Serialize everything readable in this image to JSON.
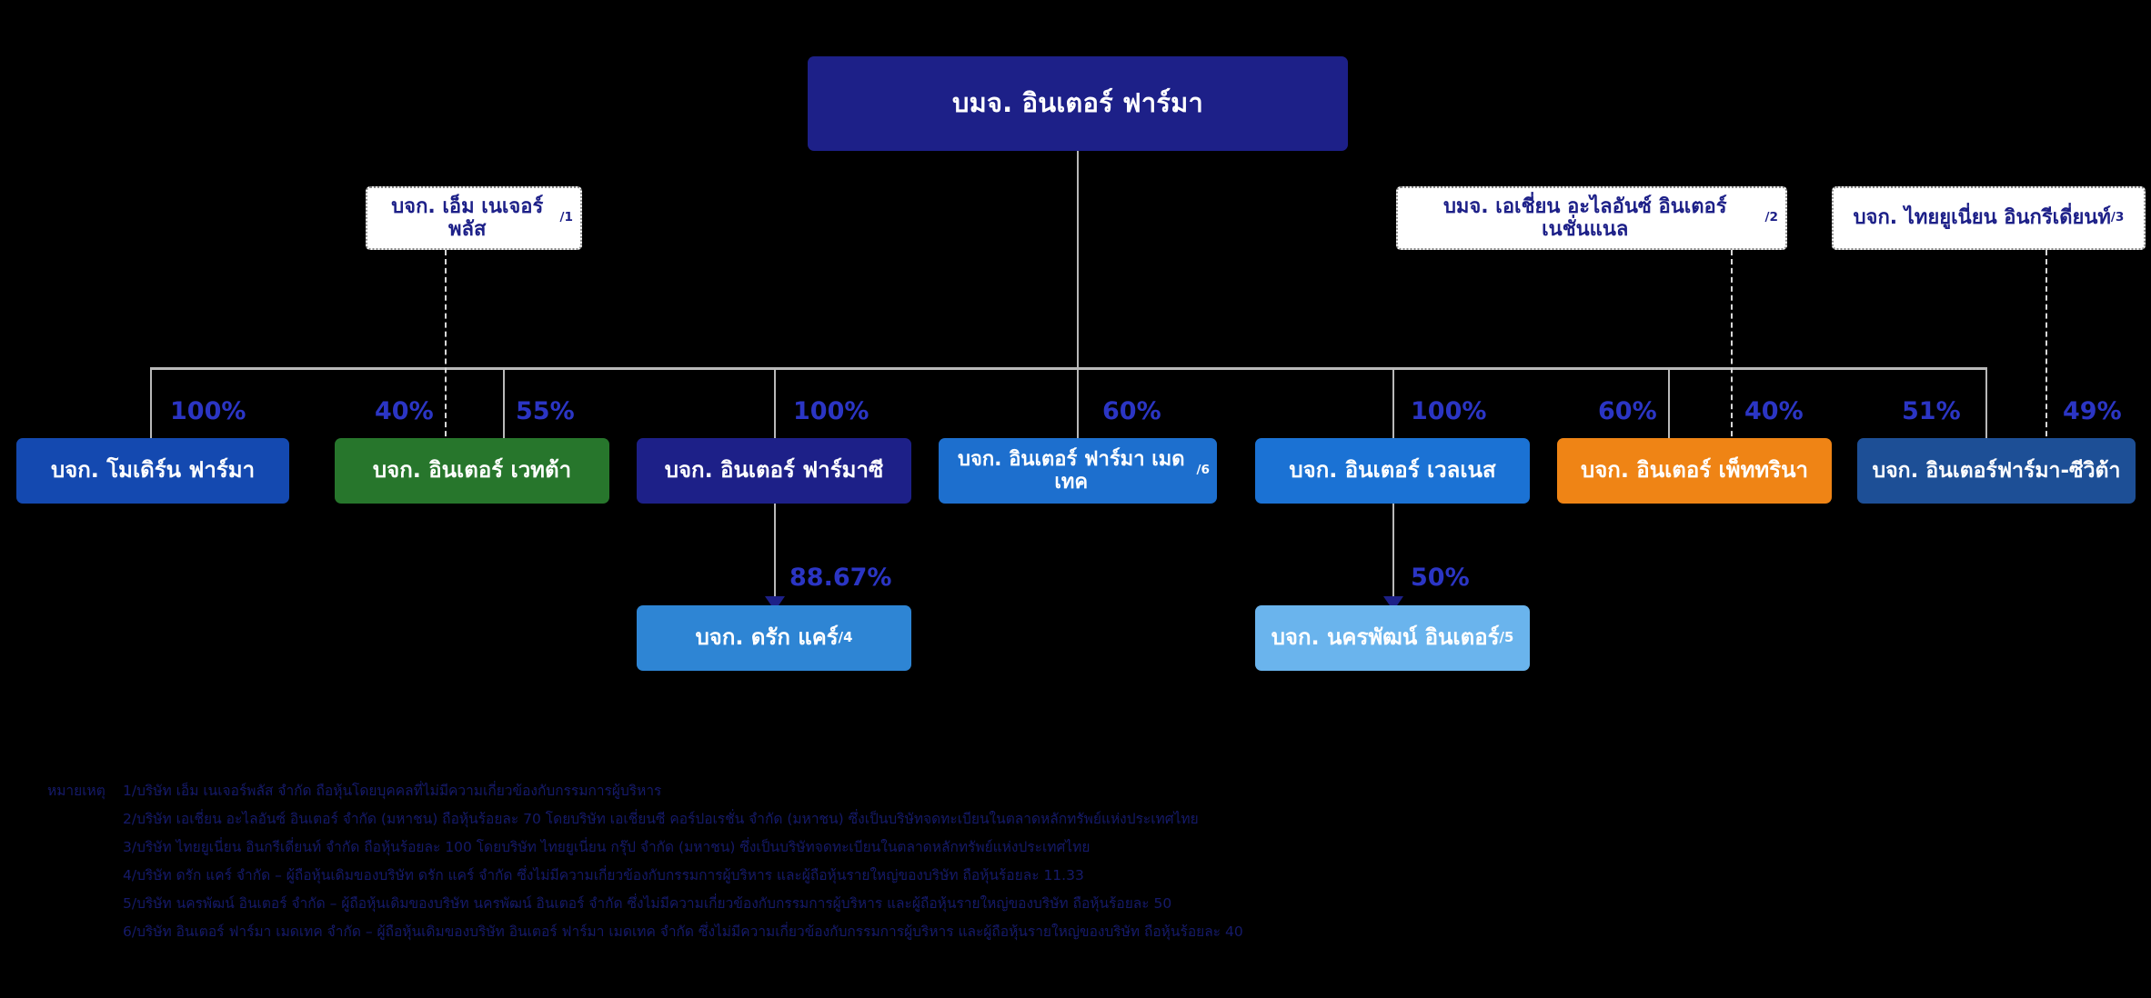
{
  "diagram": {
    "title": "Inter Pharma group shareholding structure chart",
    "root": {
      "label": "บมจ. อินเตอร์ ฟาร์มา",
      "color": "#1d2088"
    },
    "shareholders": [
      {
        "label": "บจก. เอ็ม เนเจอร์พลัส",
        "sup": "/1"
      },
      {
        "label": "บมจ. เอเชี่ยน อะไลอันซ์ อินเตอร์เนชั่นแนล",
        "sup": "/2"
      },
      {
        "label": "บจก. ไทยยูเนี่ยน อินกรีเดี่ยนท์",
        "sup": "/3"
      }
    ],
    "subsidiaries": [
      {
        "label": "บจก. โมเดิร์น ฟาร์มา",
        "sup": "",
        "color": "#1449b0"
      },
      {
        "label": "บจก. อินเตอร์ เวทต้า",
        "sup": "",
        "color": "#27762c"
      },
      {
        "label": "บจก. อินเตอร์ ฟาร์มาซี",
        "sup": "",
        "color": "#1d2088"
      },
      {
        "label": "บจก. อินเตอร์ ฟาร์มา เมดเทค",
        "sup": "/6",
        "color": "#1d6fce"
      },
      {
        "label": "บจก. อินเตอร์ เวลเนส",
        "sup": "",
        "color": "#1b72d4"
      },
      {
        "label": "บจก. อินเตอร์ เพ็ททรินา",
        "sup": "",
        "color": "#ef8415"
      },
      {
        "label": "บจก. อินเตอร์ฟาร์มา-ซีวิต้า",
        "sup": "",
        "color": "#1d4f96"
      }
    ],
    "grandchildren": [
      {
        "label": "บจก. ดรัก แคร์",
        "sup": "/4",
        "color": "#2e85d4"
      },
      {
        "label": "บจก. นครพัฒน์ อินเตอร์",
        "sup": "/5",
        "color": "#6ab4ed"
      }
    ],
    "percentages": {
      "modern_pharma": "100%",
      "inter_vetta_from_mnature": "40%",
      "inter_vetta_from_parent": "55%",
      "inter_pharmacy": "100%",
      "inter_pharma_medtech": "60%",
      "inter_wellness": "100%",
      "inter_petrina_from_parent": "60%",
      "inter_petrina_from_asian": "40%",
      "inter_pharma_civita_from_parent": "51%",
      "inter_pharma_civita_from_tu": "49%",
      "drug_care": "88.67%",
      "nakorn_pattana_inter": "50%"
    },
    "accent_color": "#2b35c4"
  },
  "notes": {
    "heading": "หมายเหตุ",
    "items": [
      "1/บริษัท เอ็ม เนเจอร์พลัส จำกัด ถือหุ้นโดยบุคคลที่ไม่มีความเกี่ยวข้องกับกรรมการผู้บริหาร",
      "2/บริษัท เอเชี่ยน อะไลอันซ์ อินเตอร์ จำกัด (มหาชน) ถือหุ้นร้อยละ 70 โดยบริษัท เอเชี่ยนซี คอร์ปอเรชั่น จำกัด (มหาชน) ซึ่งเป็นบริษัทจดทะเบียนในตลาดหลักทรัพย์แห่งประเทศไทย",
      "3/บริษัท ไทยยูเนี่ยน อินกรีเดี่ยนท์ จำกัด ถือหุ้นร้อยละ 100 โดยบริษัท ไทยยูเนี่ยน กรุ๊ป จำกัด (มหาชน) ซึ่งเป็นบริษัทจดทะเบียนในตลาดหลักทรัพย์แห่งประเทศไทย",
      "4/บริษัท ดรัก แคร์ จำกัด – ผู้ถือหุ้นเดิมของบริษัท ดรัก แคร์ จำกัด ซึ่งไม่มีความเกี่ยวข้องกับกรรมการผู้บริหาร และผู้ถือหุ้นรายใหญ่ของบริษัท ถือหุ้นร้อยละ 11.33",
      "5/บริษัท นครพัฒน์ อินเตอร์ จำกัด – ผู้ถือหุ้นเดิมของบริษัท นครพัฒน์ อินเตอร์ จำกัด ซึ่งไม่มีความเกี่ยวข้องกับกรรมการผู้บริหาร และผู้ถือหุ้นรายใหญ่ของบริษัท ถือหุ้นร้อยละ 50",
      "6/บริษัท อินเตอร์ ฟาร์มา เมดเทค จำกัด – ผู้ถือหุ้นเดิมของบริษัท อินเตอร์ ฟาร์มา เมดเทค จำกัด ซึ่งไม่มีความเกี่ยวข้องกับกรรมการผู้บริหาร และผู้ถือหุ้นรายใหญ่ของบริษัท ถือหุ้นร้อยละ 40"
    ]
  }
}
